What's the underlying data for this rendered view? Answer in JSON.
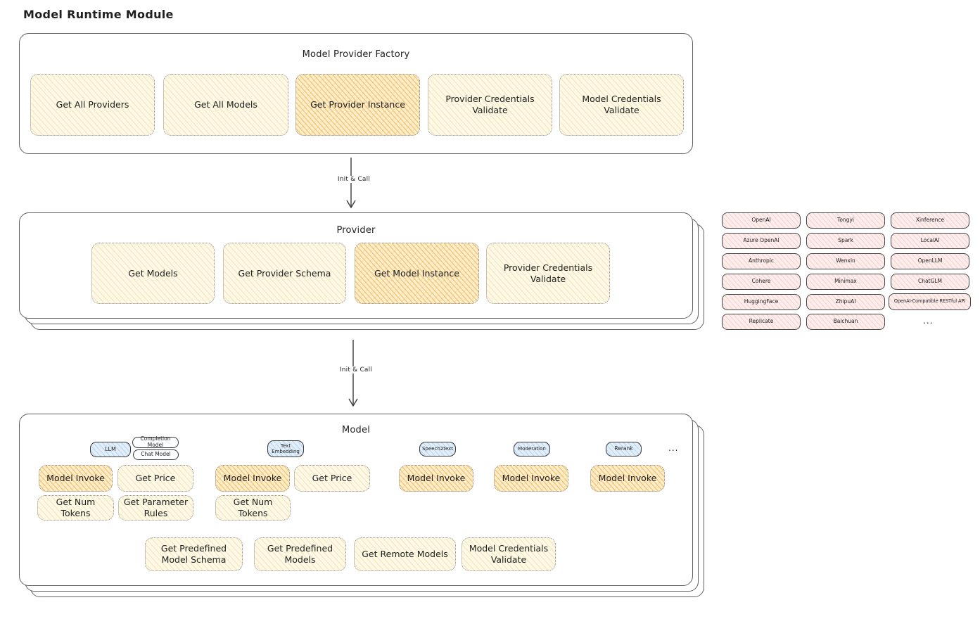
{
  "title": "Model Runtime Module",
  "arrows": {
    "label1": "Init & Call",
    "label2": "Init & Call"
  },
  "factory": {
    "title": "Model Provider Factory",
    "boxes": [
      {
        "label": "Get All Providers",
        "highlight": false
      },
      {
        "label": "Get All Models",
        "highlight": false
      },
      {
        "label": "Get Provider Instance",
        "highlight": true
      },
      {
        "label": "Provider Credentials Validate",
        "highlight": false
      },
      {
        "label": "Model Credentials Validate",
        "highlight": false
      }
    ]
  },
  "provider": {
    "title": "Provider",
    "boxes": [
      {
        "label": "Get Models",
        "highlight": false
      },
      {
        "label": "Get Provider Schema",
        "highlight": false
      },
      {
        "label": "Get Model Instance",
        "highlight": true
      },
      {
        "label": "Provider Credentials Validate",
        "highlight": false
      }
    ]
  },
  "providers_grid": {
    "columns": [
      [
        "OpenAI",
        "Azure OpenAI",
        "Anthropic",
        "Cohere",
        "HuggingFace",
        "Replicate"
      ],
      [
        "Tongyi",
        "Spark",
        "Wenxin",
        "Minimax",
        "ZhipuAI",
        "Baichuan"
      ],
      [
        "Xinference",
        "LocalAI",
        "OpenLLM",
        "ChatGLM",
        "OpenAI-Compatible RESTful API"
      ]
    ],
    "ellipsis": "..."
  },
  "model": {
    "title": "Model",
    "tabs": {
      "llm": "LLM",
      "completion": "Completion Model",
      "chat": "Chat Model",
      "text_embedding": "Text Embedding",
      "speech2text": "Speech2text",
      "moderation": "Moderation",
      "rerank": "Rerank",
      "more": "..."
    },
    "ops": {
      "model_invoke": "Model Invoke",
      "get_price": "Get Price",
      "get_num_tokens": "Get Num Tokens",
      "get_parameter_rules": "Get Parameter Rules",
      "get_predefined_model_schema": "Get Predefined Model Schema",
      "get_predefined_models": "Get Predefined Models",
      "get_remote_models": "Get Remote Models",
      "model_credentials_validate": "Model Credentials Validate"
    }
  },
  "colors": {
    "op_light_fill": "#fdf9e6",
    "op_highlight_fill": "#fcefcd",
    "hatch_orange": "#eca63e",
    "badge_blue_fill": "#e2eef9",
    "provider_pink_fill": "#fdeeec",
    "stroke_dark": "#1f1f1f",
    "frame_stroke": "#606060"
  }
}
